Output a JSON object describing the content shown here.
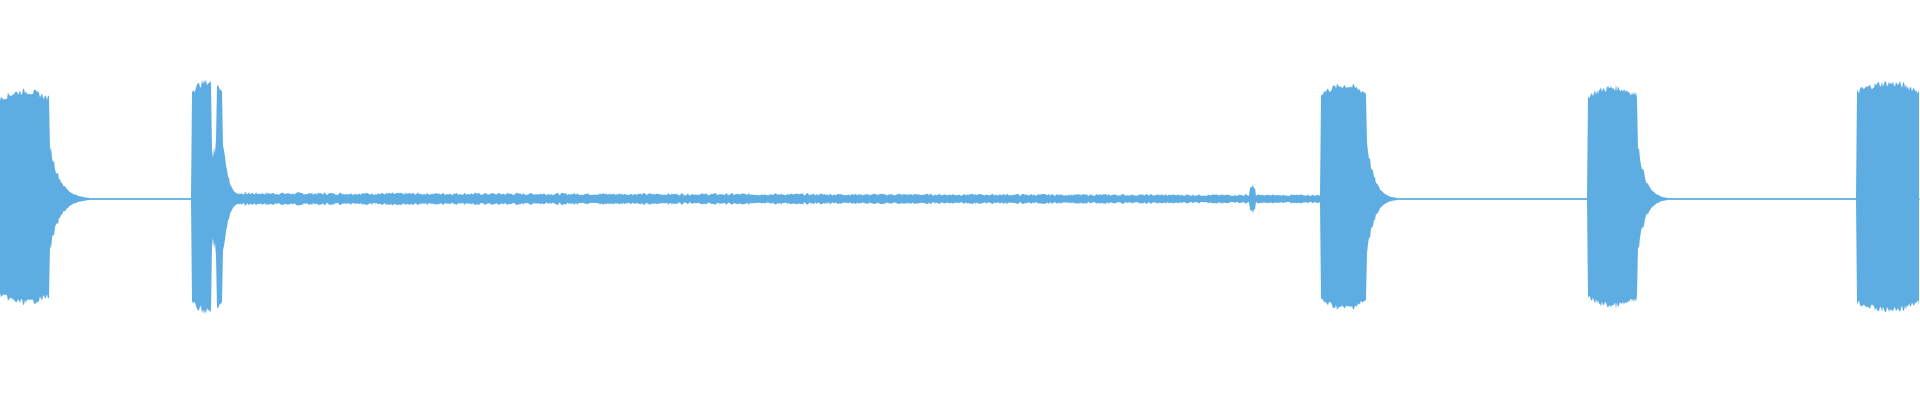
{
  "waveform": {
    "color": "#5dade2",
    "background": "#ffffff",
    "bursts": [
      {
        "start": 0.0,
        "end": 0.026,
        "amplitude": 0.92,
        "decay": "long"
      },
      {
        "start": 0.1,
        "end": 0.116,
        "amplitude": 1.0,
        "decay": "split"
      },
      {
        "start": 0.688,
        "end": 0.712,
        "amplitude": 0.97,
        "decay": "short"
      },
      {
        "start": 0.827,
        "end": 0.853,
        "amplitude": 0.95,
        "decay": "short"
      },
      {
        "start": 0.967,
        "end": 1.0,
        "amplitude": 0.99,
        "decay": "short"
      }
    ],
    "sustain": {
      "start": 0.116,
      "end": 0.688,
      "amplitude": 0.045
    }
  }
}
